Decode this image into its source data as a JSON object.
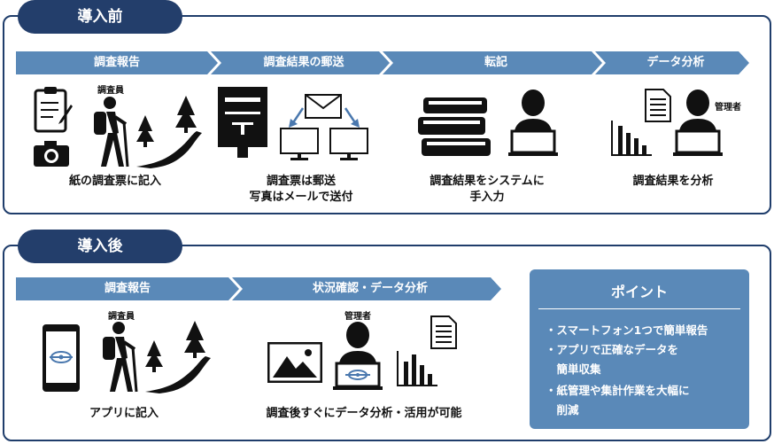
{
  "before": {
    "title": "導入前",
    "steps": [
      "調査報告",
      "調査結果の郵送",
      "転記",
      "データ分析"
    ],
    "role_surveyor": "調査員",
    "role_manager": "管理者",
    "captions": {
      "paper": "紙の調査票に記入",
      "mail_line1": "調査票は郵送",
      "mail_line2": "写真はメールで送付",
      "transcribe_line1": "調査結果をシステムに",
      "transcribe_line2": "手入力",
      "analyze": "調査結果を分析"
    }
  },
  "after": {
    "title": "導入後",
    "steps": [
      "調査報告",
      "状況確認・データ分析"
    ],
    "role_surveyor": "調査員",
    "role_manager": "管理者",
    "captions": {
      "app": "アプリに記入",
      "analysis": "調査後すぐにデータ分析・活用が可能"
    }
  },
  "points": {
    "title": "ポイント",
    "items": [
      "・スマートフォン1つで簡単報告",
      "・アプリで正確なデータを",
      "　簡単収集",
      "・紙管理や集計作業を大幅に",
      "　削減"
    ]
  },
  "colors": {
    "navy": "#233e6b",
    "arrow": "#5a89b8",
    "point_bg": "#5a89b8"
  }
}
